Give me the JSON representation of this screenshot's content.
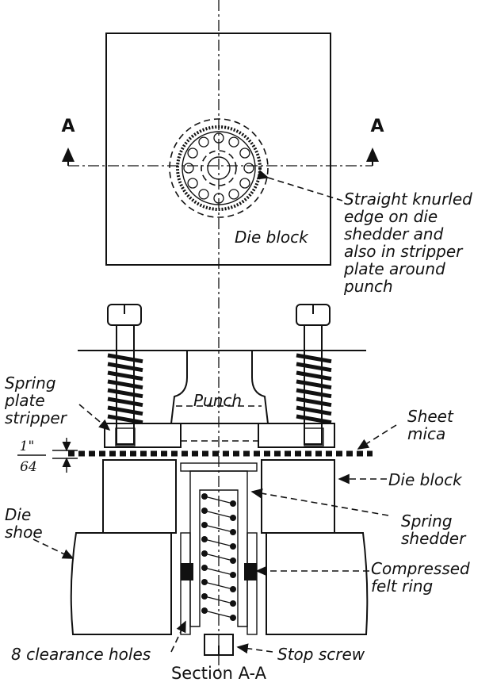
{
  "section_marks": {
    "left": "A",
    "right": "A"
  },
  "labels": {
    "knurl_note": [
      "Straight knurled",
      "edge on die",
      "shedder and",
      "also in stripper",
      "plate around",
      "punch"
    ],
    "die_block_top": "Die block",
    "spring_plate_stripper": [
      "Spring",
      "plate",
      "stripper"
    ],
    "punch": "Punch",
    "sheet_mica": [
      "Sheet",
      "mica"
    ],
    "gap_numerator": "1\"",
    "gap_denominator": "64",
    "die_block_section": "Die block",
    "die_shoe": [
      "Die",
      "shoe"
    ],
    "spring_shedder": [
      "Spring",
      "shedder"
    ],
    "felt_ring": [
      "Compressed",
      "felt ring"
    ],
    "clearance_holes": "8 clearance holes",
    "stop_screw": "Stop screw",
    "section_title": "Section A-A"
  }
}
